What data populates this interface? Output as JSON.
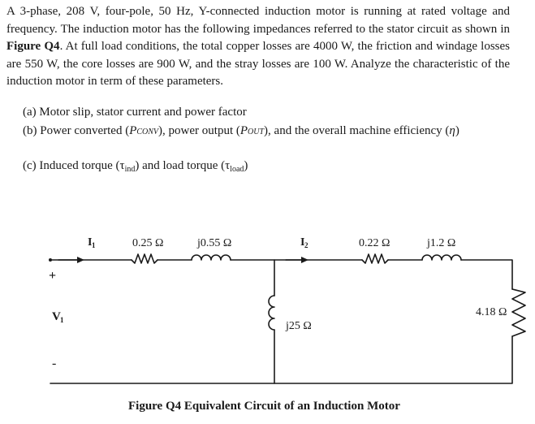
{
  "problem": {
    "text_before_ref": "A 3-phase, 208 V, four-pole, 50 Hz, Y-connected induction motor is running at rated voltage and frequency. The induction motor has the following impedances referred to the stator circuit as shown in ",
    "figure_ref": "Figure Q4",
    "text_after_ref": ". At full load conditions, the total copper losses are 4000 W, the friction and windage losses are 550 W, the core losses are 900 W, and the stray losses are 100 W. Analyze the characteristic of the induction motor in term of these parameters."
  },
  "parts": {
    "a": "(a) Motor slip, stator current and power factor",
    "b": {
      "pre": "(b) Power converted (",
      "pconv_P": "P",
      "pconv_sub": "CONV",
      "mid": "), power output (",
      "pout_P": "P",
      "pout_sub": "OUT",
      "post": "), and the overall machine efficiency (",
      "eta": "η",
      "end": ")"
    },
    "c": {
      "pre": "(c) Induced torque (",
      "tau1": "τ",
      "sub1": "ind",
      "mid": ") and load torque (",
      "tau2": "τ",
      "sub2": "load",
      "end": ")"
    }
  },
  "circuit": {
    "r1": "0.25 Ω",
    "x1": "j0.55 Ω",
    "r2": "0.22 Ω",
    "x2": "j1.2 Ω",
    "xm": "j25 Ω",
    "rload": "4.18 Ω",
    "i1_main": "I",
    "i1_sub": "1",
    "i2_main": "I",
    "i2_sub": "2",
    "v1_main": "V",
    "v1_sub": "1",
    "plus": "+",
    "minus": "-"
  },
  "caption": "Figure Q4 Equivalent Circuit of an Induction Motor"
}
